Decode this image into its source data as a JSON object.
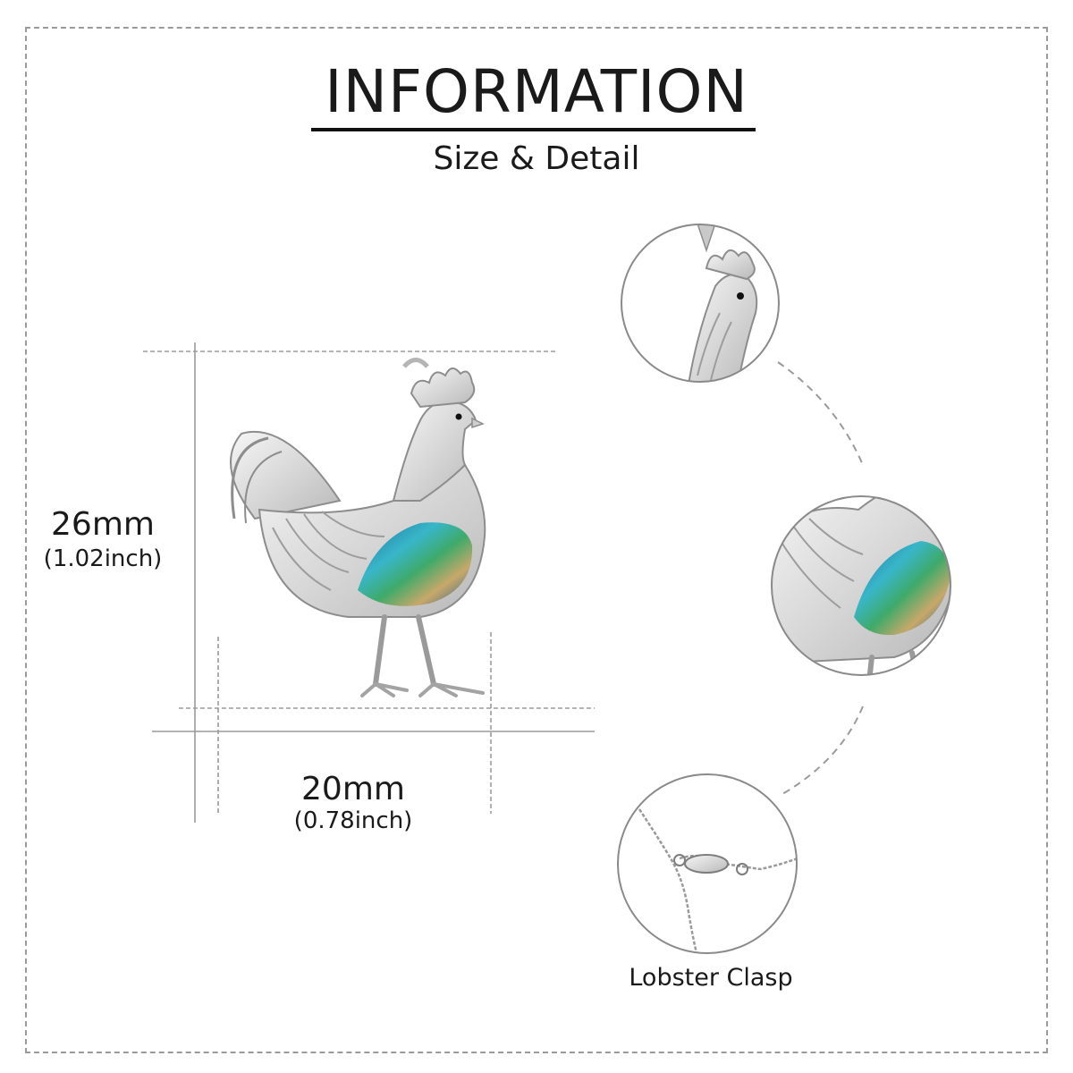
{
  "header": {
    "title": "INFORMATION",
    "subtitle": "Size & Detail"
  },
  "dimensions": {
    "height_mm": "26mm",
    "height_inch": "(1.02inch)",
    "width_mm": "20mm",
    "width_inch": "(0.78inch)"
  },
  "details": {
    "clasp_label": "Lobster Clasp"
  },
  "colors": {
    "frame": "#9a9a9a",
    "silver": "#dcdcdc",
    "abalone_blue": "#2a8fb0",
    "abalone_green": "#3faa6a"
  }
}
